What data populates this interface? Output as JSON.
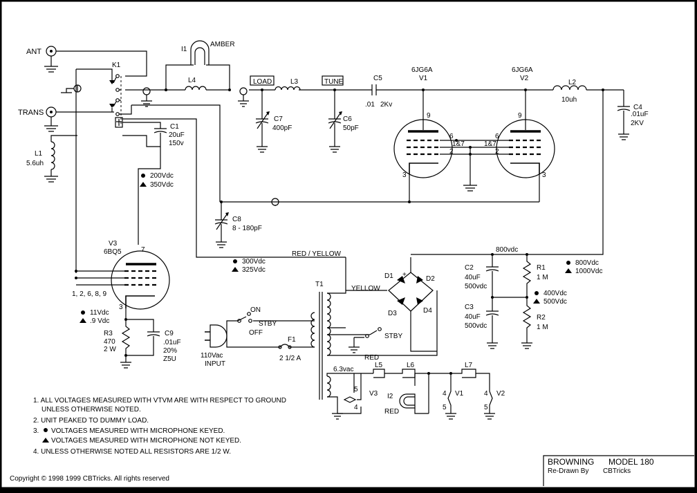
{
  "ports": {
    "ant": "ANT",
    "trans": "TRANS"
  },
  "relay": {
    "k1": "K1"
  },
  "lamp1": {
    "ref": "I1",
    "color": "AMBER"
  },
  "lamp2": {
    "ref": "I2",
    "color": "RED"
  },
  "labels": {
    "load": "LOAD",
    "tune": "TUNE",
    "red_yellow": "RED / YELLOW",
    "yellow": "YELLOW",
    "red": "RED",
    "v800": "800vdc",
    "v63": "6.3vac"
  },
  "parts": {
    "l1_ref": "L1",
    "l1_val": "5.6uh",
    "l4_ref": "L4",
    "l3_ref": "L3",
    "l2_ref": "L2",
    "l2_val": "10uh",
    "l5_ref": "L5",
    "l6_ref": "L6",
    "l7_ref": "L7",
    "c1_ref": "C1",
    "c1_v1": "20uF",
    "c1_v2": "150v",
    "c7_ref": "C7",
    "c7_val": "400pF",
    "c6_ref": "C6",
    "c6_val": "50pF",
    "c5_ref": "C5",
    "c5_v1": ".01",
    "c5_v2": "2Kv",
    "c4_ref": "C4",
    "c4_v1": ".01uF",
    "c4_v2": "2KV",
    "c8_ref": "C8",
    "c8_val": "8 - 180pF",
    "c9_ref": "C9",
    "c9_v1": ".01uF",
    "c9_v2": "20%",
    "c9_v3": "Z5U",
    "r3_ref": "R3",
    "r3_v1": "470",
    "r3_v2": "2 W",
    "c2_ref": "C2",
    "c2_v1": "40uF",
    "c2_v2": "500vdc",
    "c3_ref": "C3",
    "c3_v1": "40uF",
    "c3_v2": "500vdc",
    "r1_ref": "R1",
    "r1_val": "1 M",
    "r2_ref": "R2",
    "r2_val": "1 M",
    "t1_ref": "T1",
    "d1": "D1",
    "d2": "D2",
    "d3": "D3",
    "d4": "D4",
    "f1_ref": "F1",
    "f1_val": "2 1/2 A",
    "plus": "+"
  },
  "tubes": {
    "v1_type": "6JG6A",
    "v1_ref": "V1",
    "v2_type": "6JG6A",
    "v2_ref": "V2",
    "v3_ref": "V3",
    "v3_type": "6BQ5",
    "pins": {
      "p9": "9",
      "p6": "6",
      "p187": "1&7",
      "p2": "2",
      "p3": "3",
      "p7": "7",
      "v3_pins": "1, 2, 6, 8, 9"
    },
    "fil": {
      "v3": "V3",
      "v1": "V1",
      "v2": "V2",
      "p5": "5",
      "p4": "4"
    }
  },
  "voltages": {
    "a1": "200Vdc",
    "a2": "350Vdc",
    "b1": "300Vdc",
    "b2": "325Vdc",
    "c1": "11Vdc",
    "c2": ".9 Vdc",
    "d1": "800Vdc",
    "d2": "1000Vdc",
    "e1": "400Vdc",
    "e2": "500Vdc"
  },
  "switches": {
    "on": "ON",
    "stby": "STBY",
    "off": "OFF",
    "stby2": "STBY",
    "input1": "110Vac",
    "input2": "INPUT"
  },
  "notes": [
    "1. ALL VOLTAGES MEASURED WITH VTVM ARE WITH RESPECT TO GROUND",
    "UNLESS OTHERWISE NOTED.",
    "2. UNIT PEAKED TO DUMMY LOAD.",
    "3.",
    "VOLTAGES MEASURED WITH MICROPHONE KEYED.",
    "VOLTAGES MEASURED WITH MICROPHONE NOT KEYED.",
    "4. UNLESS OTHERWISE NOTED ALL RESISTORS ARE 1/2 W."
  ],
  "copyright": "Copyright © 1998  1999    CBTricks.  All rights reserved",
  "titleblock": {
    "line1a": "BROWNING",
    "line1b": "MODEL  180",
    "line2a": "Re-Drawn By",
    "line2b": "CBTricks"
  }
}
